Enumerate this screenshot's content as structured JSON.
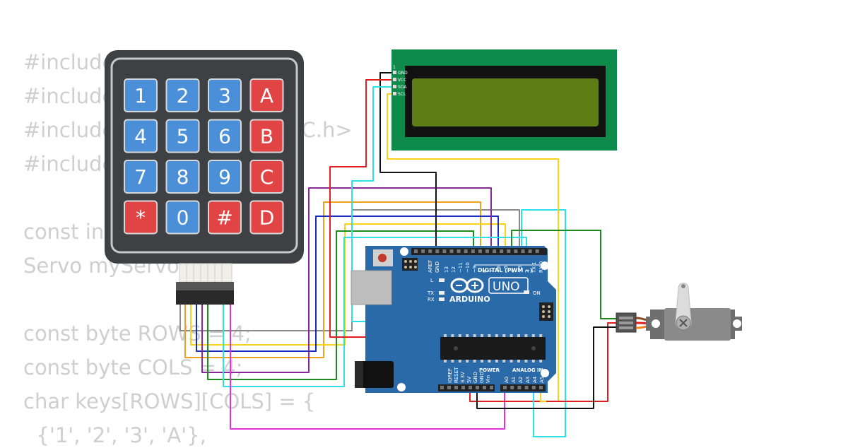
{
  "code_lines": [
    "#include <Keypad.h>",
    "#include <Wire.h>",
    "#include <LiquidCrystal_I2C.h>",
    "#include <Servo.h>",
    "",
    "const int servoPin = 11;",
    "Servo myServo;",
    "",
    "const byte ROWS = 4;",
    "const byte COLS = 4;",
    "char keys[ROWS][COLS] = {",
    "  {'1', '2', '3', 'A'},"
  ],
  "keypad": {
    "keys": [
      [
        "1",
        "2",
        "3",
        "A"
      ],
      [
        "4",
        "5",
        "6",
        "B"
      ],
      [
        "7",
        "8",
        "9",
        "C"
      ],
      [
        "*",
        "0",
        "#",
        "D"
      ]
    ]
  },
  "lcd": {
    "pins": [
      "1",
      "GND",
      "VCC",
      "SDA",
      "SCL"
    ]
  },
  "arduino": {
    "logo": "ARDUINO",
    "model": "UNO",
    "digital_label": "DIGITAL (PWM ~)",
    "power_label": "POWER",
    "analog_label": "ANALOG IN",
    "on_label": "ON",
    "l_label": "L",
    "tx_label": "TX",
    "rx_label": "RX",
    "top_pin_labels": [
      "AREF",
      "GND",
      "13",
      "12",
      "~11",
      "~10",
      "~9",
      "8",
      "7",
      "~6",
      "~5",
      "4",
      "~3",
      "2",
      "TX 1",
      "RX 0"
    ],
    "bottom_pin_labels": [
      "IOREF",
      "RESET",
      "3.3V",
      "5V",
      "GND",
      "GND",
      "Vin",
      "A0",
      "A1",
      "A2",
      "A3",
      "A4",
      "A5"
    ]
  },
  "colors": {
    "red": "#e02020",
    "black": "#111111",
    "cyan": "#2ee0e8",
    "yellow": "#ffd21a",
    "purple": "#8a2a9a",
    "orange": "#f0a020",
    "blue": "#1a2abf",
    "gray": "#8a8a8a",
    "green": "#1c8a1c",
    "magenta": "#e030e0",
    "board": "#2b6aa8",
    "lcd_pcb": "#0e8a4a",
    "key_blue": "#4a8fd8",
    "key_red": "#e04444"
  }
}
